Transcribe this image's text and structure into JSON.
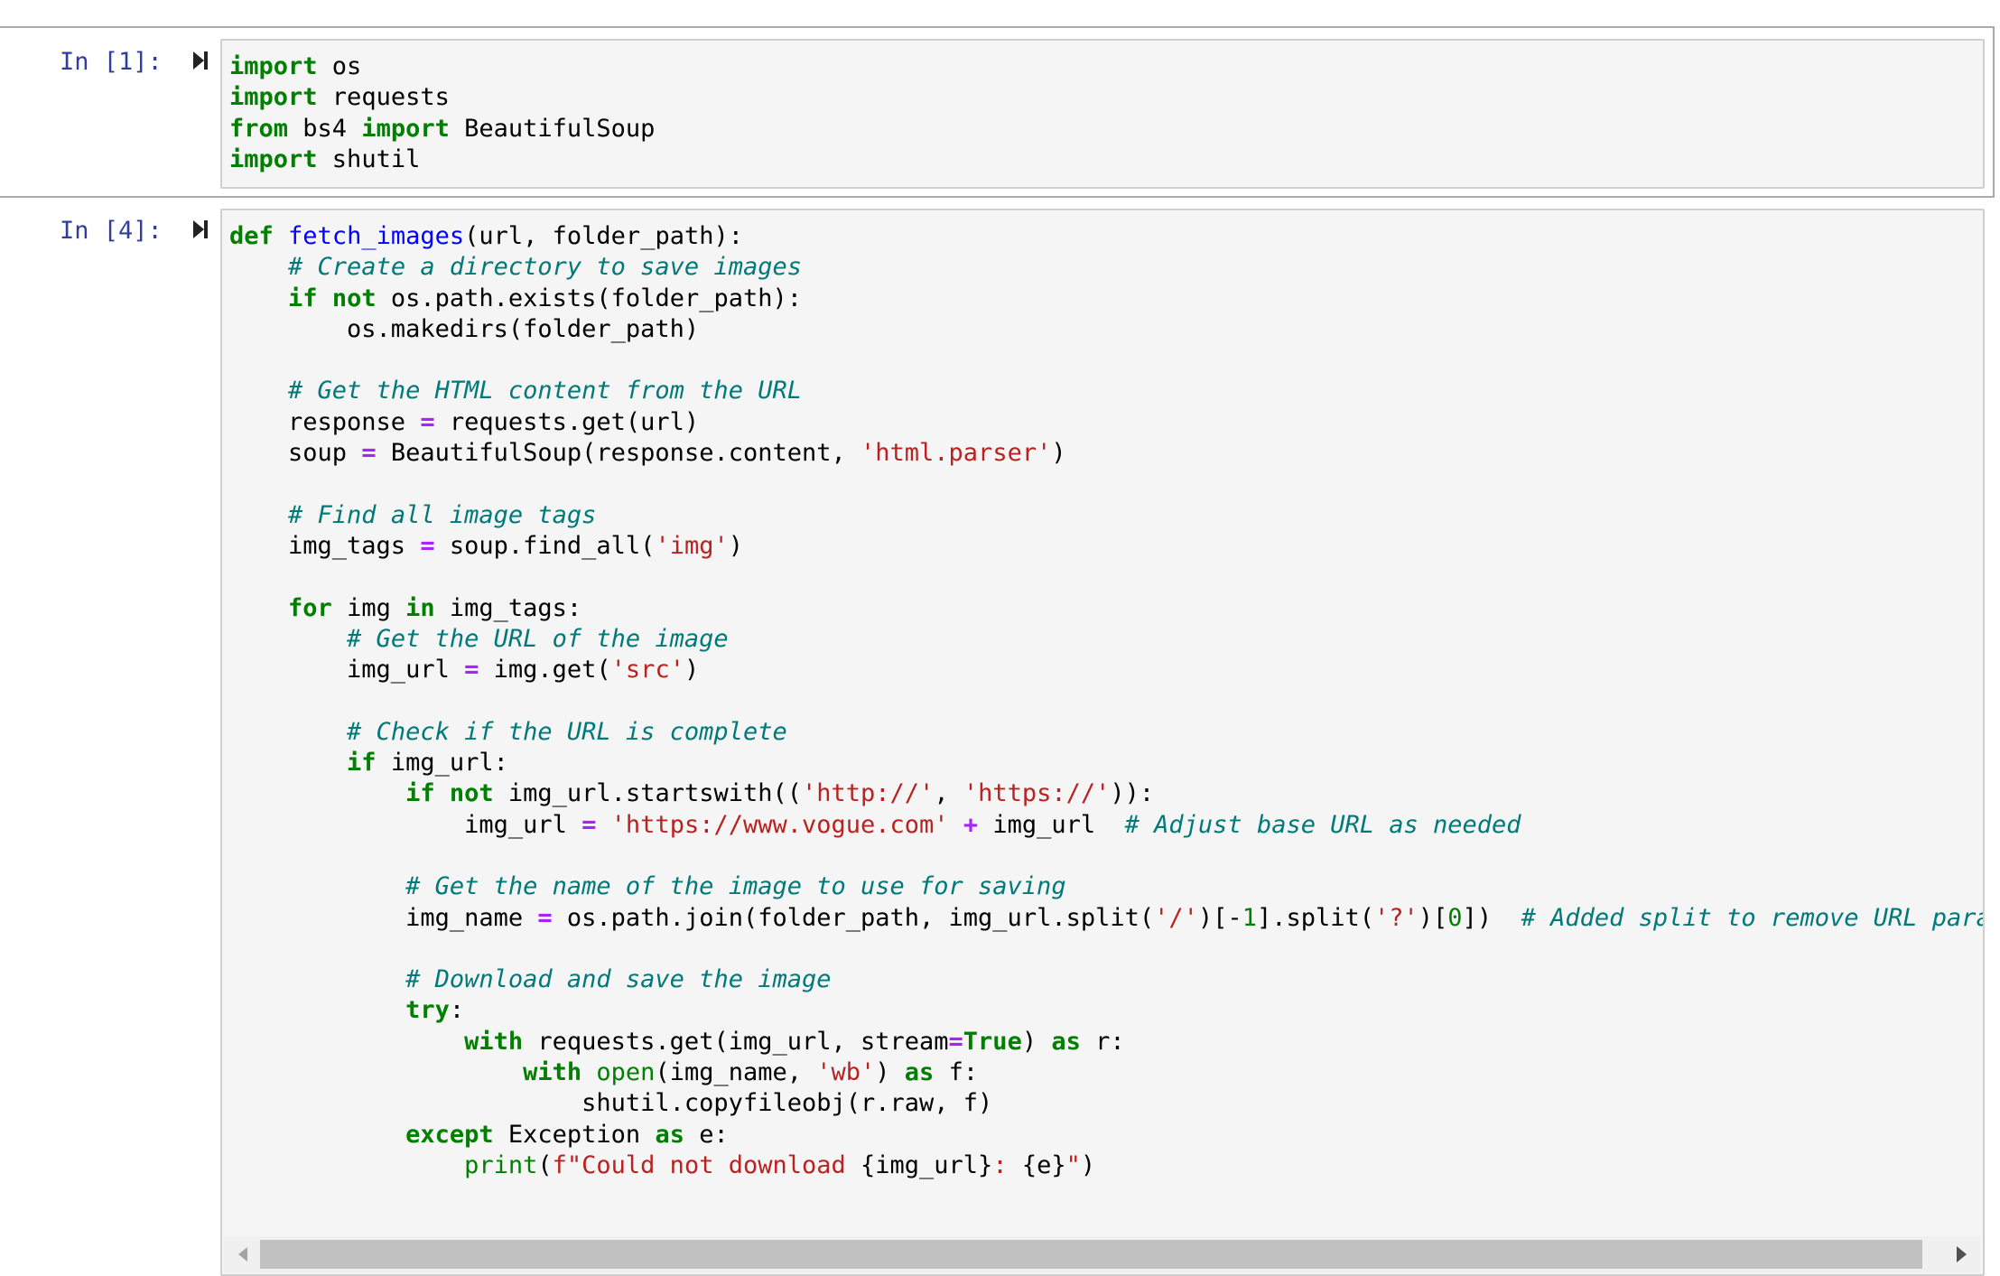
{
  "cells": [
    {
      "prompt": "In [1]:",
      "lines": [
        [
          [
            "kw",
            "import"
          ],
          [
            "tx",
            " os"
          ]
        ],
        [
          [
            "kw",
            "import"
          ],
          [
            "tx",
            " requests"
          ]
        ],
        [
          [
            "kw",
            "from"
          ],
          [
            "tx",
            " bs4 "
          ],
          [
            "kw",
            "import"
          ],
          [
            "tx",
            " BeautifulSoup"
          ]
        ],
        [
          [
            "kw",
            "import"
          ],
          [
            "tx",
            " shutil"
          ]
        ]
      ]
    },
    {
      "prompt": "In [4]:",
      "lines": [
        [
          [
            "kw",
            "def"
          ],
          [
            "tx",
            " "
          ],
          [
            "fn",
            "fetch_images"
          ],
          [
            "tx",
            "(url, folder_path):"
          ]
        ],
        [
          [
            "tx",
            "    "
          ],
          [
            "cm",
            "# Create a directory to save images"
          ]
        ],
        [
          [
            "tx",
            "    "
          ],
          [
            "kw",
            "if"
          ],
          [
            "tx",
            " "
          ],
          [
            "kw",
            "not"
          ],
          [
            "tx",
            " os.path.exists(folder_path):"
          ]
        ],
        [
          [
            "tx",
            "        os.makedirs(folder_path)"
          ]
        ],
        [],
        [
          [
            "tx",
            "    "
          ],
          [
            "cm",
            "# Get the HTML content from the URL"
          ]
        ],
        [
          [
            "tx",
            "    response "
          ],
          [
            "op",
            "="
          ],
          [
            "tx",
            " requests.get(url)"
          ]
        ],
        [
          [
            "tx",
            "    soup "
          ],
          [
            "op",
            "="
          ],
          [
            "tx",
            " BeautifulSoup(response.content, "
          ],
          [
            "str",
            "'html.parser'"
          ],
          [
            "tx",
            ")"
          ]
        ],
        [],
        [
          [
            "tx",
            "    "
          ],
          [
            "cm",
            "# Find all image tags"
          ]
        ],
        [
          [
            "tx",
            "    img_tags "
          ],
          [
            "op",
            "="
          ],
          [
            "tx",
            " soup.find_all("
          ],
          [
            "str",
            "'img'"
          ],
          [
            "tx",
            ")"
          ]
        ],
        [],
        [
          [
            "tx",
            "    "
          ],
          [
            "kw",
            "for"
          ],
          [
            "tx",
            " img "
          ],
          [
            "kw",
            "in"
          ],
          [
            "tx",
            " img_tags:"
          ]
        ],
        [
          [
            "tx",
            "        "
          ],
          [
            "cm",
            "# Get the URL of the image"
          ]
        ],
        [
          [
            "tx",
            "        img_url "
          ],
          [
            "op",
            "="
          ],
          [
            "tx",
            " img.get("
          ],
          [
            "str",
            "'src'"
          ],
          [
            "tx",
            ")"
          ]
        ],
        [],
        [
          [
            "tx",
            "        "
          ],
          [
            "cm",
            "# Check if the URL is complete"
          ]
        ],
        [
          [
            "tx",
            "        "
          ],
          [
            "kw",
            "if"
          ],
          [
            "tx",
            " img_url:"
          ]
        ],
        [
          [
            "tx",
            "            "
          ],
          [
            "kw",
            "if"
          ],
          [
            "tx",
            " "
          ],
          [
            "kw",
            "not"
          ],
          [
            "tx",
            " img_url.startswith(("
          ],
          [
            "str",
            "'http://'"
          ],
          [
            "tx",
            ", "
          ],
          [
            "str",
            "'https://'"
          ],
          [
            "tx",
            ")):"
          ]
        ],
        [
          [
            "tx",
            "                img_url "
          ],
          [
            "op",
            "="
          ],
          [
            "tx",
            " "
          ],
          [
            "str",
            "'https://www.vogue.com'"
          ],
          [
            "tx",
            " "
          ],
          [
            "op",
            "+"
          ],
          [
            "tx",
            " img_url  "
          ],
          [
            "cm",
            "# Adjust base URL as needed"
          ]
        ],
        [],
        [
          [
            "tx",
            "            "
          ],
          [
            "cm",
            "# Get the name of the image to use for saving"
          ]
        ],
        [
          [
            "tx",
            "            img_name "
          ],
          [
            "op",
            "="
          ],
          [
            "tx",
            " os.path.join(folder_path, img_url.split("
          ],
          [
            "str",
            "'/'"
          ],
          [
            "tx",
            ")[-"
          ],
          [
            "num",
            "1"
          ],
          [
            "tx",
            "].split("
          ],
          [
            "str",
            "'?'"
          ],
          [
            "tx",
            ")["
          ],
          [
            "num",
            "0"
          ],
          [
            "tx",
            "])  "
          ],
          [
            "cm",
            "# Added split to remove URL parameter"
          ]
        ],
        [],
        [
          [
            "tx",
            "            "
          ],
          [
            "cm",
            "# Download and save the image"
          ]
        ],
        [
          [
            "tx",
            "            "
          ],
          [
            "kw",
            "try"
          ],
          [
            "tx",
            ":"
          ]
        ],
        [
          [
            "tx",
            "                "
          ],
          [
            "kw",
            "with"
          ],
          [
            "tx",
            " requests.get(img_url, stream"
          ],
          [
            "op",
            "="
          ],
          [
            "kw",
            "True"
          ],
          [
            "tx",
            ") "
          ],
          [
            "kw",
            "as"
          ],
          [
            "tx",
            " r:"
          ]
        ],
        [
          [
            "tx",
            "                    "
          ],
          [
            "kw",
            "with"
          ],
          [
            "tx",
            " "
          ],
          [
            "bi",
            "open"
          ],
          [
            "tx",
            "(img_name, "
          ],
          [
            "str",
            "'wb'"
          ],
          [
            "tx",
            ") "
          ],
          [
            "kw",
            "as"
          ],
          [
            "tx",
            " f:"
          ]
        ],
        [
          [
            "tx",
            "                        shutil.copyfileobj(r.raw, f)"
          ]
        ],
        [
          [
            "tx",
            "            "
          ],
          [
            "kw",
            "except"
          ],
          [
            "tx",
            " Exception "
          ],
          [
            "kw",
            "as"
          ],
          [
            "tx",
            " e:"
          ]
        ],
        [
          [
            "tx",
            "                "
          ],
          [
            "bi",
            "print"
          ],
          [
            "tx",
            "("
          ],
          [
            "str",
            "f\"Could not download "
          ],
          [
            "tx",
            "{img_url}"
          ],
          [
            "str",
            ": "
          ],
          [
            "tx",
            "{e}"
          ],
          [
            "str",
            "\""
          ],
          [
            "tx",
            ")"
          ]
        ]
      ]
    }
  ]
}
